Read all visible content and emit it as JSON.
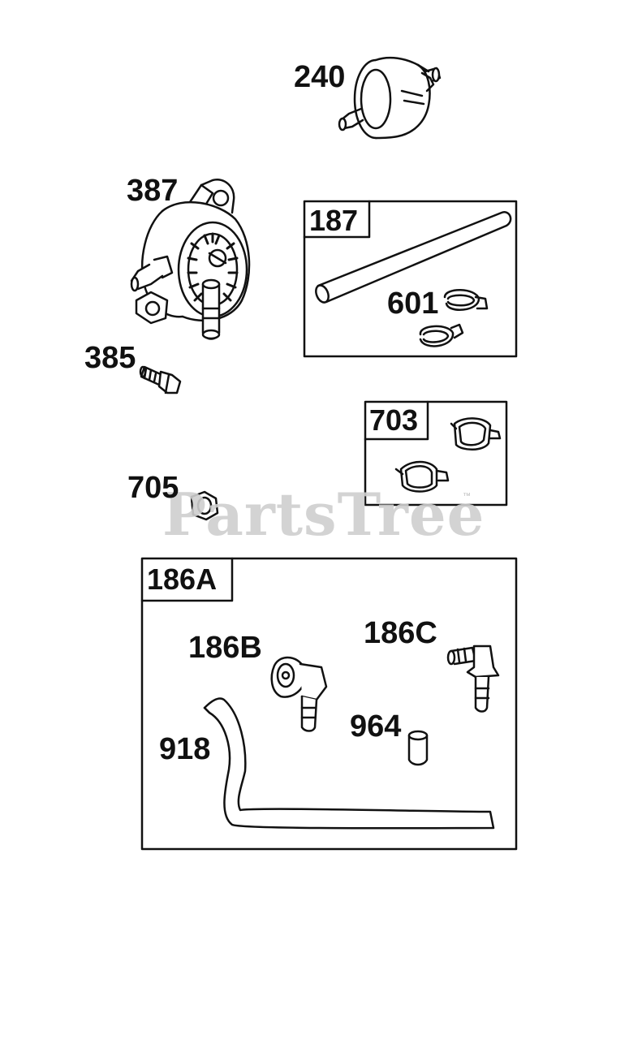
{
  "parts": {
    "p240": "240",
    "p387": "387",
    "p385": "385",
    "p187": "187",
    "p601": "601",
    "p703": "703",
    "p705": "705",
    "p186A": "186A",
    "p186B": "186B",
    "p186C": "186C",
    "p964": "964",
    "p918": "918"
  },
  "watermark": {
    "text": "PartsTree",
    "mark": "™"
  },
  "colors": {
    "line": "#111111",
    "watermark": "#cfcfcf",
    "background": "#ffffff"
  }
}
